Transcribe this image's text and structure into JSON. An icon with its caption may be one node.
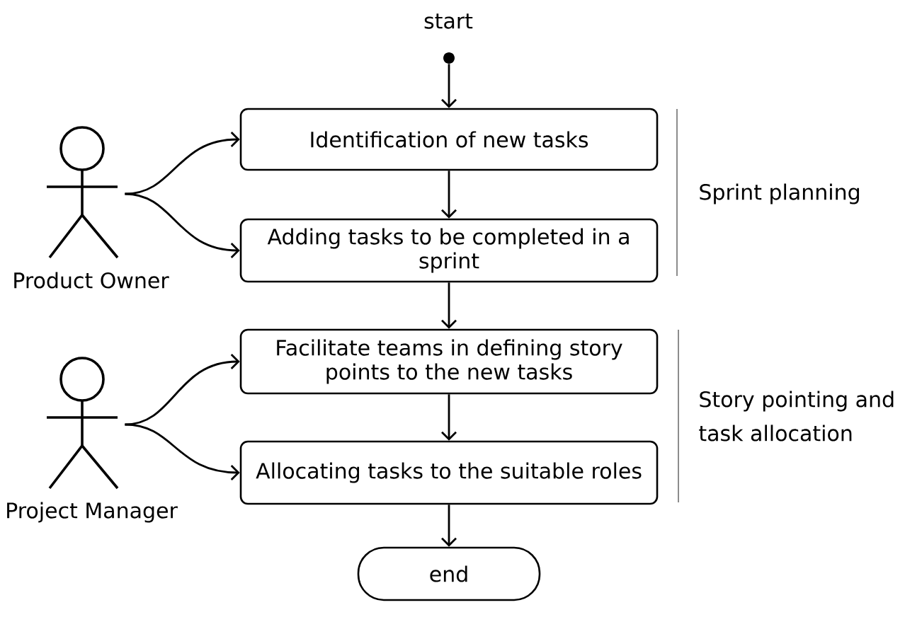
{
  "diagram": {
    "nodes": [
      {
        "text": [],
        "shape": "circle",
        "beside": [
          "start"
        ]
      },
      {
        "text": [
          "Identification of new tasks"
        ]
      },
      {
        "text": [
          "Adding tasks to be completed in a sprint"
        ]
      },
      {
        "text": [
          "Facilitate teams in defining story points to the new tasks"
        ]
      },
      {
        "text": [
          "Allocating tasks to the suitable roles"
        ]
      },
      {
        "text": [
          "end"
        ]
      },
      {
        "text": [],
        "shape": "person",
        "beside": [
          "Product Owner"
        ]
      },
      {
        "text": [],
        "shape": "person",
        "beside": [
          "Project Manager"
        ]
      }
    ],
    "edges": [
      {
        "from": 0,
        "to": 1,
        "arrow": "to"
      },
      {
        "from": 1,
        "to": 2,
        "arrow": "to"
      },
      {
        "from": 2,
        "to": 3,
        "arrow": "to"
      },
      {
        "from": 3,
        "to": 4,
        "arrow": "to"
      },
      {
        "from": 4,
        "to": 5,
        "arrow": "to"
      },
      {
        "from": 6,
        "to": 1,
        "arrow": "to"
      },
      {
        "from": 6,
        "to": 2,
        "arrow": "to"
      },
      {
        "from": 7,
        "to": 3,
        "arrow": "to"
      },
      {
        "from": 7,
        "to": 4,
        "arrow": "to"
      }
    ],
    "labels": [
      "Sprint planning",
      "Story pointing and task allocation"
    ]
  }
}
